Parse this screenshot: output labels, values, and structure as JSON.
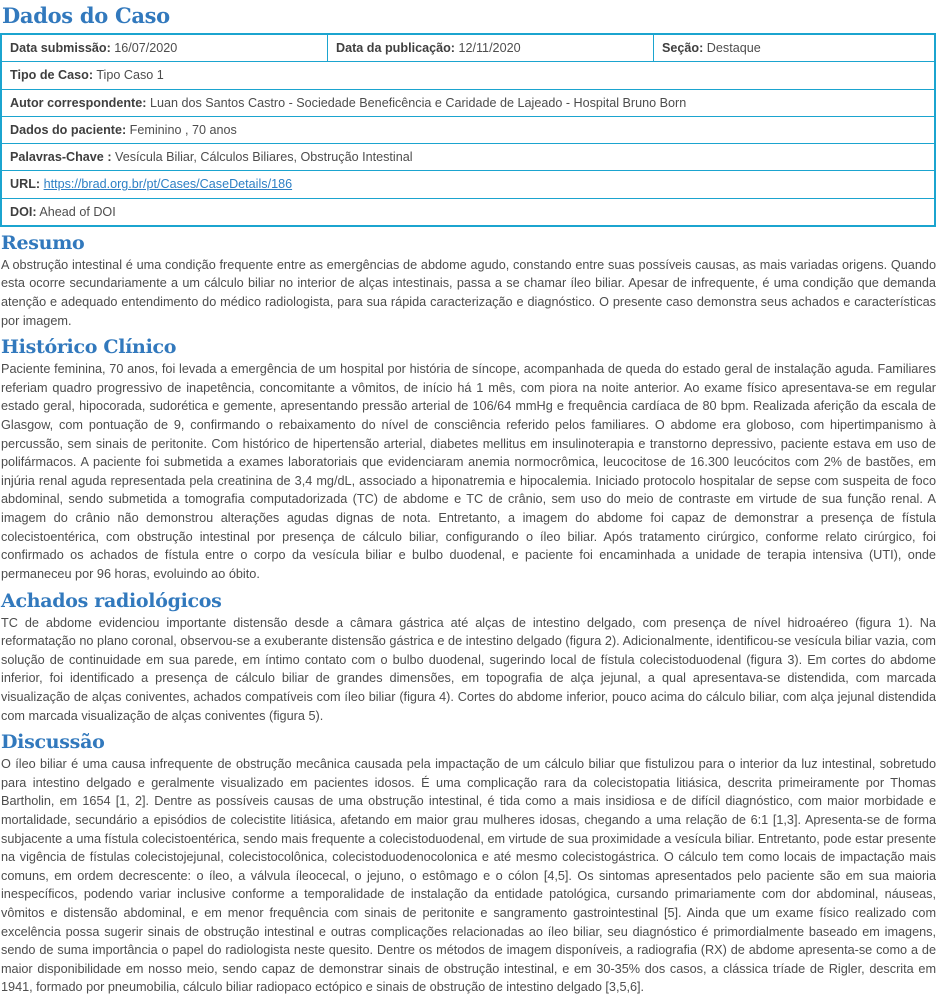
{
  "document": {
    "title": "Dados do Caso"
  },
  "case_table": {
    "rows": [
      {
        "cells": [
          {
            "label": "Data submissão:",
            "value": " 16/07/2020"
          },
          {
            "label": "Data da publicação:",
            "value": " 12/11/2020"
          },
          {
            "label": "Seção:",
            "value": " Destaque"
          }
        ]
      },
      {
        "cells": [
          {
            "label": "Tipo de Caso:",
            "value": " Tipo Caso 1"
          }
        ]
      },
      {
        "cells": [
          {
            "label": "Autor correspondente:",
            "value": " Luan dos Santos Castro - Sociedade Beneficência e Caridade de Lajeado - Hospital Bruno Born"
          }
        ]
      },
      {
        "cells": [
          {
            "label": "Dados do paciente:",
            "value": " Feminino , 70 anos"
          }
        ]
      },
      {
        "cells": [
          {
            "label": "Palavras-Chave :",
            "value": " Vesícula Biliar, Cálculos Biliares, Obstrução Intestinal"
          }
        ]
      },
      {
        "cells": [
          {
            "label": "URL:",
            "value": "",
            "link": "https://brad.org.br/pt/Cases/CaseDetails/186"
          }
        ]
      },
      {
        "cells": [
          {
            "label": "DOI:",
            "value": " Ahead of DOI"
          }
        ]
      }
    ]
  },
  "sections": {
    "resumo": {
      "heading": "Resumo",
      "body": "A obstrução intestinal é uma condição frequente entre as emergências de abdome agudo, constando entre suas possíveis causas, as mais variadas origens. Quando esta ocorre secundariamente a um cálculo biliar no interior de alças intestinais, passa a se chamar íleo biliar. Apesar de infrequente, é uma condição que demanda atenção e adequado entendimento do médico radiologista, para sua rápida caracterização e diagnóstico. O presente caso demonstra seus achados e características por imagem."
    },
    "historico": {
      "heading": "Histórico Clínico",
      "body": "Paciente feminina, 70 anos, foi levada a emergência de um hospital por história de síncope, acompanhada de queda do estado geral de instalação aguda. Familiares referiam quadro progressivo de inapetência, concomitante a vômitos, de início há 1 mês, com piora na noite anterior. Ao exame físico apresentava-se em regular estado geral, hipocorada, sudorética e gemente, apresentando pressão arterial de 106/64 mmHg e frequência cardíaca de 80 bpm. Realizada aferição da escala de Glasgow, com pontuação de 9, confirmando o rebaixamento do nível de consciência referido pelos familiares. O abdome era globoso, com hipertimpanismo à percussão, sem sinais de peritonite. Com histórico de hipertensão arterial, diabetes mellitus em insulinoterapia e transtorno depressivo, paciente estava em uso de polifármacos. A paciente foi submetida a exames laboratoriais que evidenciaram anemia normocrômica, leucocitose de 16.300 leucócitos com 2% de bastões, em injúria renal aguda representada pela creatinina de 3,4 mg/dL, associado a hiponatremia e hipocalemia. Iniciado protocolo hospitalar de sepse com suspeita de foco abdominal, sendo submetida a tomografia computadorizada (TC) de abdome e TC de crânio, sem uso do meio de contraste em virtude de sua função renal. A imagem do crânio não demonstrou alterações agudas dignas de nota. Entretanto, a imagem do abdome foi capaz de demonstrar a presença de fístula colecistoentérica, com obstrução intestinal por presença de cálculo biliar, configurando o íleo biliar. Após tratamento cirúrgico, conforme relato cirúrgico, foi confirmado os achados de fístula entre o corpo da vesícula biliar e bulbo duodenal, e paciente foi encaminhada a unidade de terapia intensiva (UTI), onde permaneceu por 96 horas, evoluindo ao óbito."
    },
    "achados": {
      "heading": "Achados radiológicos",
      "body": "TC de abdome evidenciou importante distensão desde a câmara gástrica até alças de intestino delgado, com presença de nível hidroaéreo (figura 1). Na reformatação no plano coronal, observou-se a exuberante distensão gástrica e de intestino delgado (figura 2). Adicionalmente, identificou-se vesícula biliar vazia, com solução de continuidade em sua parede, em íntimo contato com o bulbo duodenal, sugerindo local de fístula colecistoduodenal (figura 3). Em cortes do abdome inferior, foi identificado a presença de cálculo biliar de grandes dimensões, em topografia de alça jejunal, a qual apresentava-se distendida, com marcada visualização de alças coniventes, achados compatíveis com íleo biliar (figura 4). Cortes do abdome inferior, pouco acima do cálculo biliar, com alça jejunal distendida com marcada visualização de alças coniventes (figura 5)."
    },
    "discussao": {
      "heading": "Discussão",
      "body": "O íleo biliar é uma causa infrequente de obstrução mecânica causada pela impactação de um cálculo biliar que fistulizou para o interior da luz intestinal, sobretudo para intestino delgado e geralmente visualizado em pacientes idosos. É uma complicação rara da colecistopatia litiásica, descrita primeiramente por Thomas Bartholin, em 1654 [1, 2]. Dentre as possíveis causas de  uma obstrução intestinal, é tida como a mais insidiosa e de difícil diagnóstico, com maior morbidade e mortalidade, secundário a episódios de colecistite litiásica, afetando em maior grau mulheres idosas, chegando a uma relação de 6:1 [1,3]. Apresenta-se de forma subjacente a uma fístula colecistoentérica, sendo mais frequente a colecistoduodenal, em virtude de sua proximidade a vesícula biliar. Entretanto, pode estar presente na vigência de fístulas colecistojejunal, colecistocolônica, colecistoduodenocolonica e até mesmo colecistogástrica. O cálculo tem como locais de impactação mais comuns, em ordem decrescente: o íleo, a válvula íleocecal, o jejuno, o estômago e o cólon [4,5]. Os sintomas apresentados pelo paciente são em sua maioria inespecíficos, podendo variar inclusive conforme a temporalidade de instalação da entidade patológica, cursando primariamente com dor abdominal, náuseas, vômitos e distensão abdominal, e em menor frequência com sinais de peritonite e sangramento gastrointestinal [5]. Ainda que um exame físico realizado com excelência possa sugerir sinais de obstrução intestinal e outras complicações relacionadas ao íleo biliar, seu diagnóstico é primordialmente baseado em imagens, sendo de suma importância o papel do radiologista neste quesito. Dentre os métodos de imagem disponíveis, a radiografia (RX) de abdome apresenta-se como a de maior disponibilidade em nosso meio, sendo capaz de demonstrar sinais de obstrução intestinal, e em 30-35% dos casos, a clássica tríade de Rigler, descrita em 1941, formado por pneumobilia, cálculo biliar radiopaco ectópico e sinais de obstrução de intestino delgado [3,5,6]."
    }
  },
  "colors": {
    "heading_blue": "#3279bd",
    "table_border_cyan": "#1ba4cf",
    "body_text": "#4d4d4d",
    "link_blue": "#2d7fc4"
  }
}
